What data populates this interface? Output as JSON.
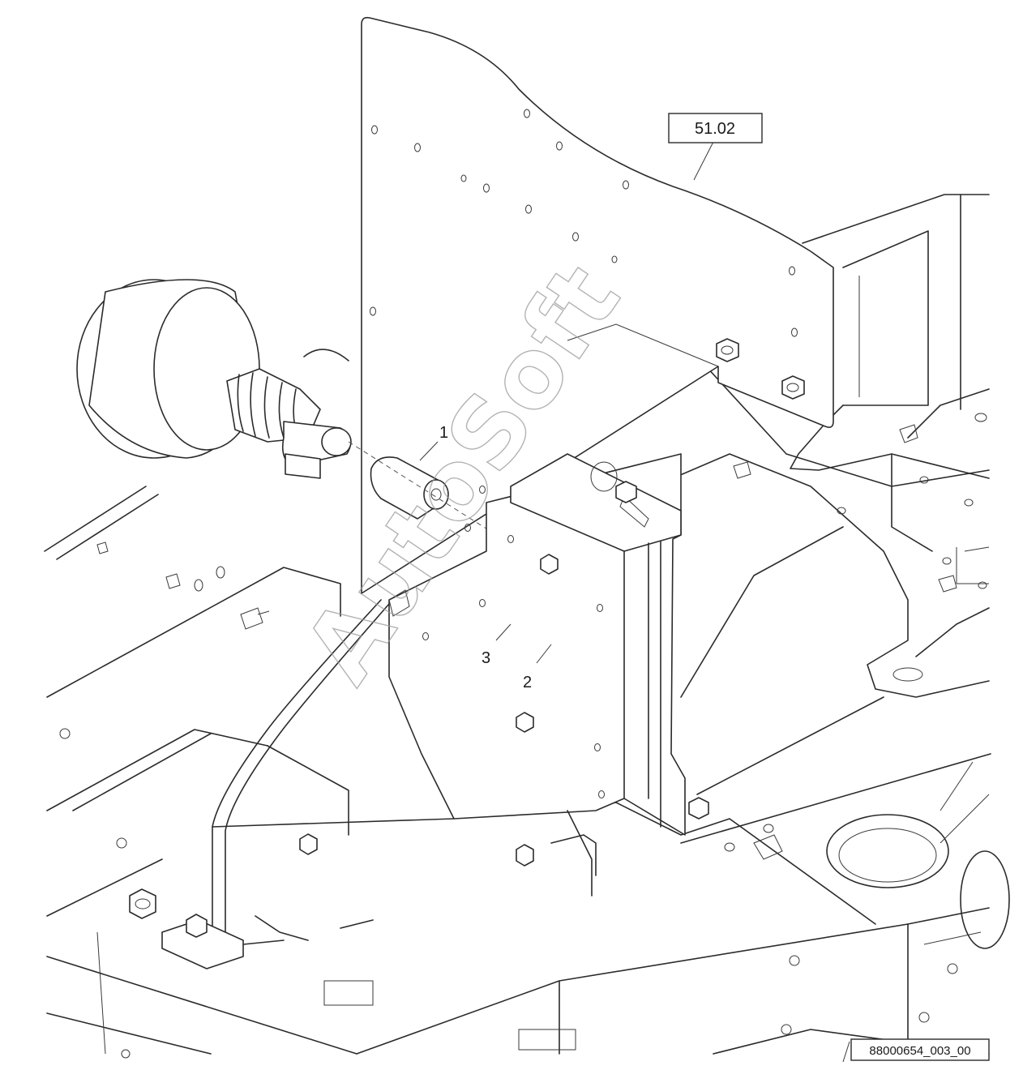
{
  "callouts": [
    {
      "id": "part-1",
      "label": "1"
    },
    {
      "id": "part-2",
      "label": "2"
    },
    {
      "id": "part-3",
      "label": "3"
    }
  ],
  "reference_box": {
    "label": "51.02"
  },
  "drawing_id": "88000654_003_00",
  "watermark": "AutoSoft"
}
